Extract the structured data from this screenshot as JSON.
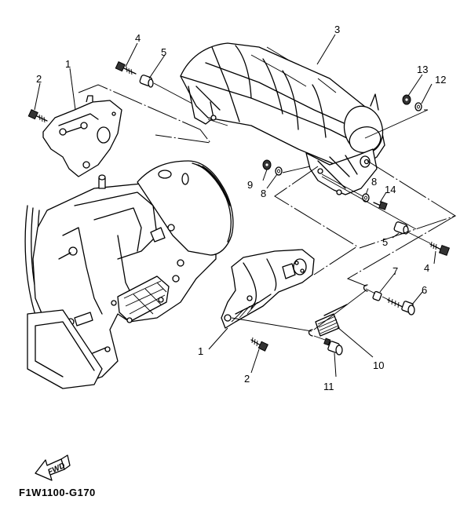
{
  "diagram": {
    "title": "Jet unit mounting exploded view",
    "drawing_code": "F1W1100-G170",
    "direction_indicator": "FWD",
    "callouts": [
      {
        "id": "c1a",
        "label": "1"
      },
      {
        "id": "c1b",
        "label": "1"
      },
      {
        "id": "c2a",
        "label": "2"
      },
      {
        "id": "c2b",
        "label": "2"
      },
      {
        "id": "c3",
        "label": "3"
      },
      {
        "id": "c4a",
        "label": "4"
      },
      {
        "id": "c4b",
        "label": "4"
      },
      {
        "id": "c5a",
        "label": "5"
      },
      {
        "id": "c5b",
        "label": "5"
      },
      {
        "id": "c6",
        "label": "6"
      },
      {
        "id": "c7",
        "label": "7"
      },
      {
        "id": "c8a",
        "label": "8"
      },
      {
        "id": "c8b",
        "label": "8"
      },
      {
        "id": "c9",
        "label": "9"
      },
      {
        "id": "c10",
        "label": "10"
      },
      {
        "id": "c11",
        "label": "11"
      },
      {
        "id": "c12",
        "label": "12"
      },
      {
        "id": "c13",
        "label": "13"
      },
      {
        "id": "c14",
        "label": "14"
      }
    ]
  }
}
